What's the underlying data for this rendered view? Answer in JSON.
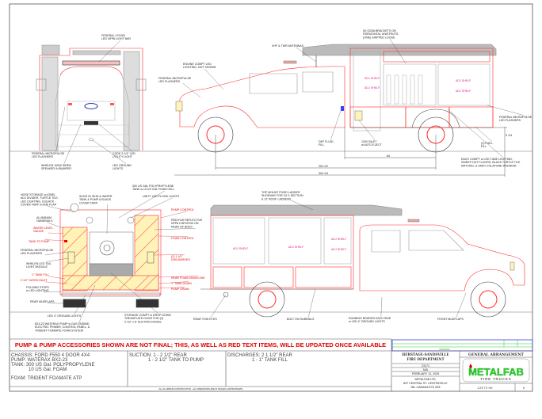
{
  "drawing": {
    "banner": "PUMP & PUMP ACCESSORIES SHOWN ARE NOT FINAL; THIS, AS WELL AS RED TEXT ITEMS, WILL BE UPDATED ONCE AVAILABLE",
    "footer_note": "-ALL ALUMINUM CONSTRUCTION - ALL DIMENSIONS ARE IN INCHES & APPROXIMATE",
    "shelf_label": "ADJ SHELF"
  },
  "specs": {
    "chassis": "CHASSIS: FORD F550 4 DOOR 4X4",
    "pump": "PUMP:    WATERAX BX2-23",
    "tank": "TANK:    300 US Gal. POLYPROPYLENE",
    "tank2": "10 US Gal. FOAM",
    "foam": "FOAM:    TRIDENT FOAMATE ATP",
    "suction1": "SUCTION: 1 - 2 1/2\" REAR",
    "suction2": "1 - 2 1/2\" TANK TO PUMP",
    "discharge1": "DISCHARGES: 2 1 1/2\" REAR",
    "discharge2": "1 - 1\" TANK FILL"
  },
  "title_block": {
    "revisions": "REVISIONS",
    "customer1": "HERSTAGE-SANDSVILLE",
    "customer2": "FIRE DEPARTMENT",
    "job_no": "23171",
    "scale": "N/A",
    "date": "FEBRUARY 12, 2025",
    "company1": "METALFAB LTD.",
    "company2": "847 CENTRAL ST. CENTREVILLE",
    "company3": "NB. CANADA E7K 2E8",
    "title": "GENERAL ARRANGEMENT",
    "logo_text": "METALFAB",
    "logo_sub": "FIRE TRUCKS",
    "drawing_no": "23171-09",
    "rev": "0"
  },
  "dimensions": {
    "d84": "84",
    "d203": "203 1/2",
    "d304": "304 1/4",
    "d9": "9 1/4"
  },
  "callouts": {
    "light_bar": {
      "red": false,
      "lines": [
        "FEDERAL LP1000",
        "LED NFPA LIGHT BAR"
      ]
    },
    "front_flashers": {
      "red": false,
      "lines": [
        "FEDERAL MICROPULSE",
        "LED FLASHERS"
      ]
    },
    "siren": {
      "red": false,
      "lines": [
        "WHELEN 100W SIREN",
        "SPEAKER IN BUMPER"
      ]
    },
    "utility_light": {
      "red": false,
      "lines": [
        "CODE 3 1/4\" LED",
        "UTILITY LIGHT"
      ]
    },
    "ground_lights": {
      "red": false,
      "lines": [
        "LED GROUND",
        "LIGHTS"
      ]
    },
    "engine_compt": {
      "red": false,
      "lines": [
        "ENGINE COMPT LED",
        "LIGHTING, NOT SHOWN"
      ]
    },
    "side_flashers": {
      "red": false,
      "lines": [
        "FEDERAL MICROPULSE",
        "LED FLASHERS"
      ]
    },
    "antennas": {
      "red": false,
      "lines": [
        "VHF & TWR ANTENNAS"
      ]
    },
    "scba": {
      "red": false,
      "lines": [
        "(5) SCBA BRACKETS ON",
        "HORIZONTAL UNISTRUTS,",
        "(ONE) SHIPPED LOOSE"
      ]
    },
    "rear_side_flashers": {
      "red": false,
      "lines": [
        "FEDERAL MICROPULSE",
        "LED FLASHERS"
      ]
    },
    "def_fill": {
      "red": false,
      "lines": [
        "DEF FLUID",
        "FILL"
      ]
    },
    "inlet_120v": {
      "red": false,
      "lines": [
        "120V INLET",
        "w AUTO EJECT"
      ]
    },
    "fuel_fill": {
      "red": false,
      "lines": [
        "(2) FUEL",
        "FILL"
      ]
    },
    "compt_lighting": {
      "red": false,
      "lines": [
        "EACH COMPT w LED TUBE LIGHTING,",
        "SWEEP OUT FLOORS, BLACK TURTLE TILE",
        "MATTING, & GREY ZOLATONE INTERIOR"
      ]
    },
    "hose_storage": {
      "red": false,
      "lines": [
        "HOSE STORAGE w (ONE)",
        "ADJ DIVIDER, TURTLE TILE,",
        "LED LIGHTING, & BLACK",
        "COVER TARP w END FLAP"
      ]
    },
    "skid": {
      "red": false,
      "lines": [
        "SLIDE IN SKID w WATER",
        "TANK & PUMP & BLACK",
        "COVER TARP"
      ]
    },
    "tank_poly": {
      "red": false,
      "lines": [
        "300 US GAL POLYPROPYLENE",
        "TANK w 10 US GAL FOAM CELL"
      ]
    },
    "flood_lights": {
      "red": false,
      "lines": [
        "UNITY LED FLOOD LIGHTS"
      ]
    },
    "handrails": {
      "red": false,
      "lines": [
        "ALUMINUM",
        "HANDRAILS"
      ]
    },
    "water_gauge": {
      "red": true,
      "lines": [
        "WATER LEVEL",
        "GAUGE"
      ]
    },
    "tank_to_pump": {
      "red": true,
      "lines": [
        "TANK TO PUMP"
      ]
    },
    "rear_flashers": {
      "red": false,
      "lines": [
        "FEDERAL MICROPULSE",
        "LED FLASHERS"
      ]
    },
    "tail_light": {
      "red": false,
      "lines": [
        "WHELEN LED TAIL",
        "LIGHT MODULE"
      ]
    },
    "tank_fill": {
      "red": true,
      "lines": [
        "1\" TANK FILL"
      ]
    },
    "gated_inlet": {
      "red": true,
      "lines": [
        "2 1/2\" GATED INLET"
      ]
    },
    "folding_steps": {
      "red": false,
      "lines": [
        "FOLDING STEPS",
        "w LED LIGHTING"
      ]
    },
    "rear_mudflaps": {
      "red": false,
      "lines": [
        "REAR MUDFLAPS"
      ]
    },
    "pump_control": {
      "red": true,
      "lines": [
        "PUMP CONTROL"
      ]
    },
    "chevron": {
      "red": false,
      "lines": [
        "RED/YLW REFLECTIVE",
        "NFPA CHEVRON ON",
        "REAR OF BODY"
      ]
    },
    "foam_control": {
      "red": true,
      "lines": [
        "FOAM CONTROL"
      ]
    },
    "discharges": {
      "red": true,
      "lines": [
        "(2) 1 1/2\"",
        "DISCHARGES"
      ]
    },
    "foam_drain": {
      "red": true,
      "lines": [
        "REAR FOAM DRAIN LINE"
      ]
    },
    "tank_drain": {
      "red": true,
      "lines": [
        "1\" TANK DRAIN"
      ]
    },
    "pump_drain": {
      "red": true,
      "lines": [
        "PUMP DRAIN"
      ]
    },
    "led_ground_4": {
      "red": false,
      "lines": [
        "LED 4\" GROUND LIGHTS"
      ]
    },
    "pump_desc": {
      "red": false,
      "lines": [
        "BZ4-23 WATERAX PUMP w GAS ENGINE,",
        "ELECTRIC PRIMER, CONTROL PANEL, &",
        "TRIDENT FOAMATE FOAM SYSTEM"
      ]
    },
    "storage_compt": {
      "red": false,
      "lines": [
        "STORAGE COMPT w DROP DOWN",
        "TREADPLATE DOOR FOR (3)",
        "2 1/2\" x 8' SUCTION HOSES"
      ]
    },
    "tow_eyes": {
      "red": false,
      "lines": [
        "REAR TOW EYES"
      ]
    },
    "ladder": {
      "red": false,
      "lines": [
        "TOP MOUNT FIXED LADDER",
        "SLIDEWAY FOR 24' 2-SECTION",
        "& 12' ROOF LADDERS"
      ]
    },
    "rubrails": {
      "red": false,
      "lines": [
        "BOLT ON RUBRAILS"
      ]
    },
    "running_boards": {
      "red": false,
      "lines": [
        "RUNNING BOARDS EACH SIDE",
        "w LED 4\" GROUND LIGHTS"
      ]
    },
    "front_mudflaps": {
      "red": false,
      "lines": [
        "FRONT MUDFLAPS"
      ]
    }
  },
  "colors": {
    "body_red": "#ff2a2a",
    "line_grey": "#9a9a9a",
    "chevron_yellow": "#fff3b8",
    "logo_green": "#22dd22",
    "revision_blue": "#3a3ae0"
  }
}
